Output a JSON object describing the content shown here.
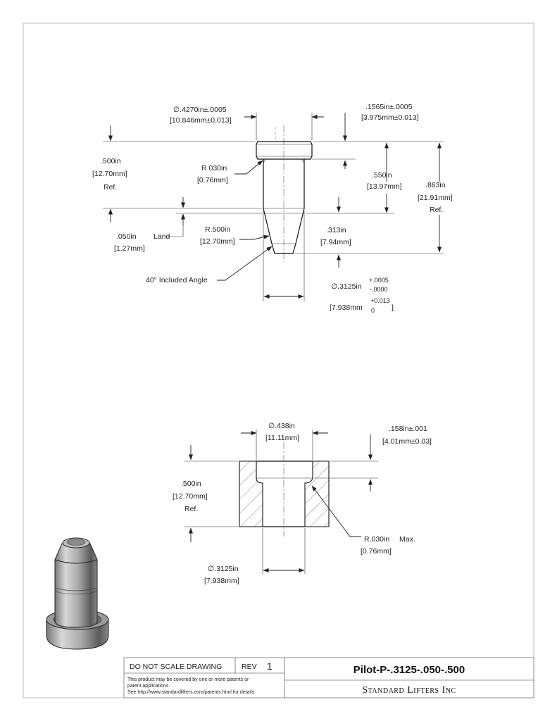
{
  "top_view": {
    "head_diameter": {
      "line1": "∅.4270in±.0005",
      "line2": "[10.846mm±0.013]"
    },
    "head_thickness": {
      "line1": ".1565in±.0005",
      "line2": "[3.975mm±0.013]"
    },
    "ref_length": {
      "line1": ".500in",
      "line2": "[12.70mm]",
      "line3": "Ref."
    },
    "fillet_radius": {
      "line1": "R.030in",
      "line2": "[0.76mm]"
    },
    "shank_length": {
      "line1": ".550in",
      "line2": "[13.97mm]"
    },
    "overall_length": {
      "line1": ".863in",
      "line2": "[21.91mm]",
      "line3": "Ref."
    },
    "land": {
      "line1": ".050in",
      "label": "Land",
      "line2": "[1.27mm]"
    },
    "nose_radius": {
      "line1": "R.500in",
      "line2": "[12.70mm]"
    },
    "nose_length": {
      "line1": ".313in",
      "line2": "[7.94mm]"
    },
    "angle_note": "40° Included Angle",
    "pilot_diameter": {
      "line1": "∅.3125in",
      "tol_in_upper": "+.0005",
      "tol_in_lower": "-.0000",
      "line2": "[7.938mm",
      "tol_mm_upper": "+0.013",
      "tol_mm_lower": "0",
      "bracket_close": "]"
    }
  },
  "bottom_view": {
    "bore_diameter": {
      "line1": "∅.438in",
      "line2": "[11.11mm]"
    },
    "counterbore_depth": {
      "line1": ".158in±.001",
      "line2": "[4.01mm±0.03]"
    },
    "depth": {
      "line1": ".500in",
      "line2": "[12.70mm]",
      "line3": "Ref."
    },
    "corner_radius": {
      "line1": "R.030in",
      "max": "Max.",
      "line2": "[0.76mm]"
    },
    "hole_diameter": {
      "line1": "∅.3125in",
      "line2": "[7.938mm]"
    }
  },
  "title_block": {
    "scale_note": "DO NOT SCALE DRAWING",
    "rev_label": "REV",
    "rev_value": "1",
    "part_number": "Pilot-P-.3125-.050-.500",
    "patent_line1": "This product may be covered by one or more patents or",
    "patent_line2": "patent applications.",
    "patent_line3": "See http://www.standardlifters.com/patents.html for details.",
    "company": "Standard Lifters Inc"
  }
}
